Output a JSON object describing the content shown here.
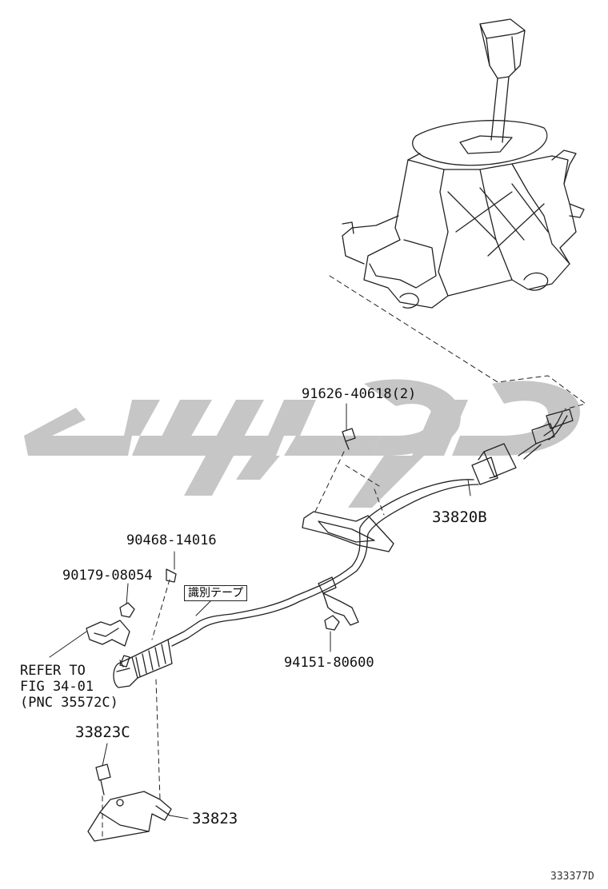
{
  "watermark": {
    "color": "#c6c6c6"
  },
  "labels": {
    "bolt_shift_lever": "91626-40618(2)",
    "cable_assembly": "33820B",
    "clip": "90468-14016",
    "nut": "90179-08054",
    "id_tape": "識別テープ",
    "clip_bracket": "94151-80600",
    "refer_line1": "REFER TO",
    "refer_line2": "FIG 34-01",
    "refer_line3": "(PNC 35572C)",
    "bolt_bracket": "33823C",
    "bracket": "33823",
    "figure_id": "333377D"
  }
}
